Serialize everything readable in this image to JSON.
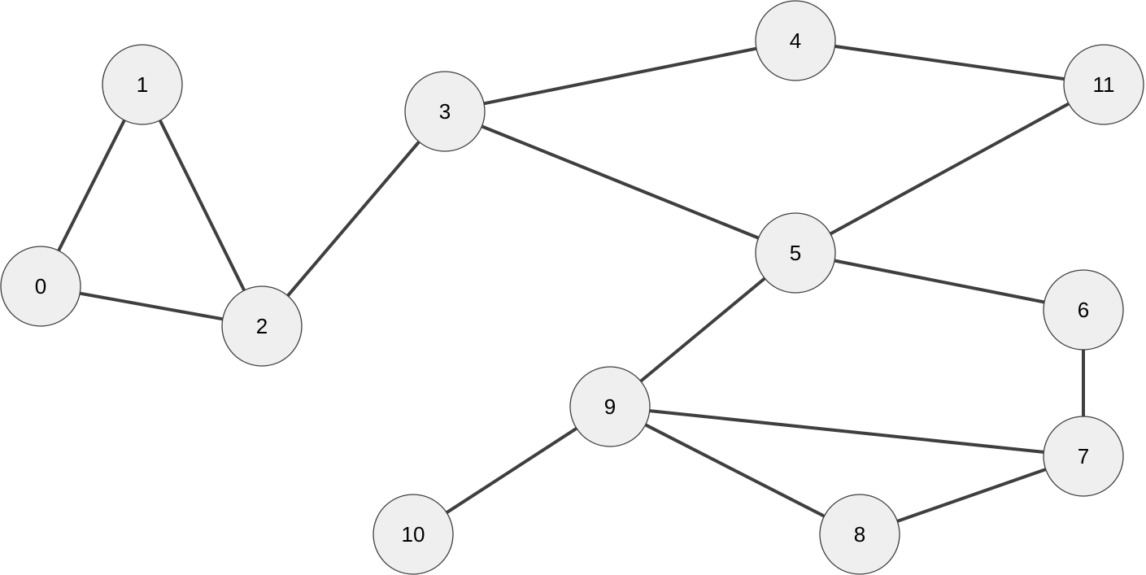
{
  "graph": {
    "node_fill": "#efefef",
    "node_stroke": "#3f3f3f",
    "edge_color": "#3f3f3f",
    "nodes": [
      {
        "id": 0,
        "label": "0"
      },
      {
        "id": 1,
        "label": "1"
      },
      {
        "id": 2,
        "label": "2"
      },
      {
        "id": 3,
        "label": "3"
      },
      {
        "id": 4,
        "label": "4"
      },
      {
        "id": 5,
        "label": "5"
      },
      {
        "id": 6,
        "label": "6"
      },
      {
        "id": 7,
        "label": "7"
      },
      {
        "id": 8,
        "label": "8"
      },
      {
        "id": 9,
        "label": "9"
      },
      {
        "id": 10,
        "label": "10"
      },
      {
        "id": 11,
        "label": "11"
      }
    ],
    "edges": [
      {
        "source": 0,
        "target": 1
      },
      {
        "source": 0,
        "target": 2
      },
      {
        "source": 1,
        "target": 2
      },
      {
        "source": 2,
        "target": 3
      },
      {
        "source": 3,
        "target": 4
      },
      {
        "source": 3,
        "target": 5
      },
      {
        "source": 4,
        "target": 11
      },
      {
        "source": 5,
        "target": 11
      },
      {
        "source": 5,
        "target": 6
      },
      {
        "source": 5,
        "target": 9
      },
      {
        "source": 6,
        "target": 7
      },
      {
        "source": 9,
        "target": 7
      },
      {
        "source": 9,
        "target": 8
      },
      {
        "source": 9,
        "target": 10
      },
      {
        "source": 8,
        "target": 7
      }
    ]
  }
}
